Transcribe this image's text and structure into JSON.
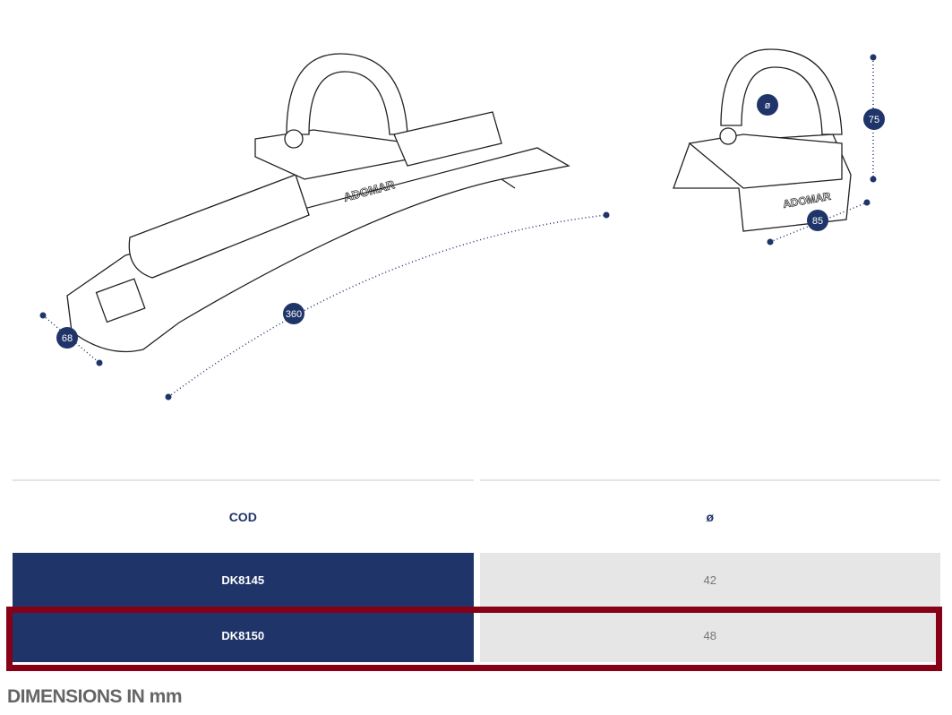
{
  "product": {
    "brand_mark": "ADOMAR",
    "dimensions": {
      "width": "68",
      "length": "360",
      "diameter_symbol": "ø",
      "height": "75",
      "depth": "85"
    }
  },
  "table": {
    "headers": [
      "COD",
      "ø"
    ],
    "rows": [
      {
        "code": "DK8145",
        "diameter": "42"
      },
      {
        "code": "DK8150",
        "diameter": "48"
      }
    ]
  },
  "footer": {
    "title": "DIMENSIONS IN mm"
  },
  "colors": {
    "navy": "#1f3468",
    "highlight": "#870016",
    "cell_gray": "#e6e6e6"
  }
}
